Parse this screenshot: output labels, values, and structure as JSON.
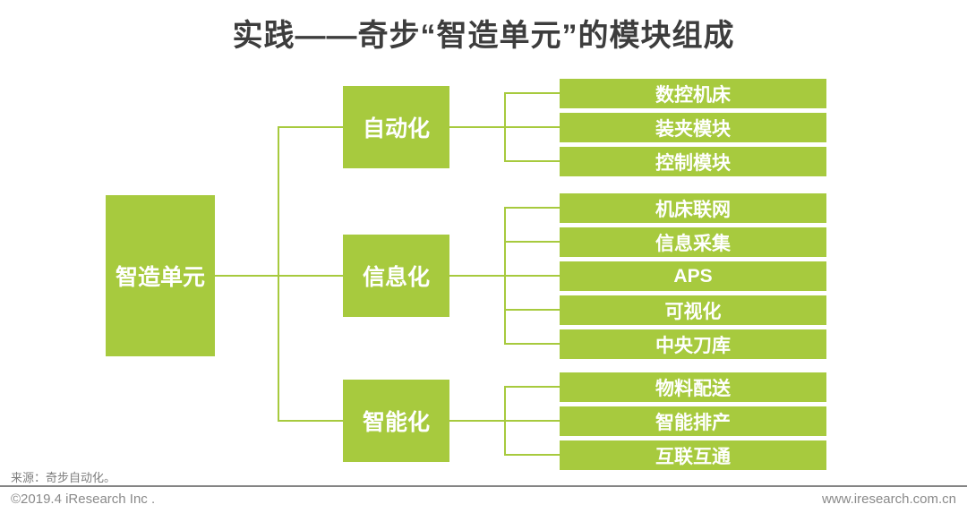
{
  "title": "实践——奇步“智造单元”的模块组成",
  "colors": {
    "green": "#a7ca3e",
    "title_text": "#3d3d3d",
    "footer_text": "#7d7d7d"
  },
  "root": {
    "label": "智造单元"
  },
  "groups": [
    {
      "parent": "自动化",
      "leaves": [
        "数控机床",
        "装夹模块",
        "控制模块"
      ]
    },
    {
      "parent": "信息化",
      "leaves": [
        "机床联网",
        "信息采集",
        "APS",
        "可视化",
        "中央刀库"
      ]
    },
    {
      "parent": "智能化",
      "leaves": [
        "物料配送",
        "智能排产",
        "互联互通"
      ]
    }
  ],
  "footer": {
    "source": "来源：奇步自动化。",
    "copyright": "©2019.4 iResearch Inc .",
    "website": "www.iresearch.com.cn"
  }
}
